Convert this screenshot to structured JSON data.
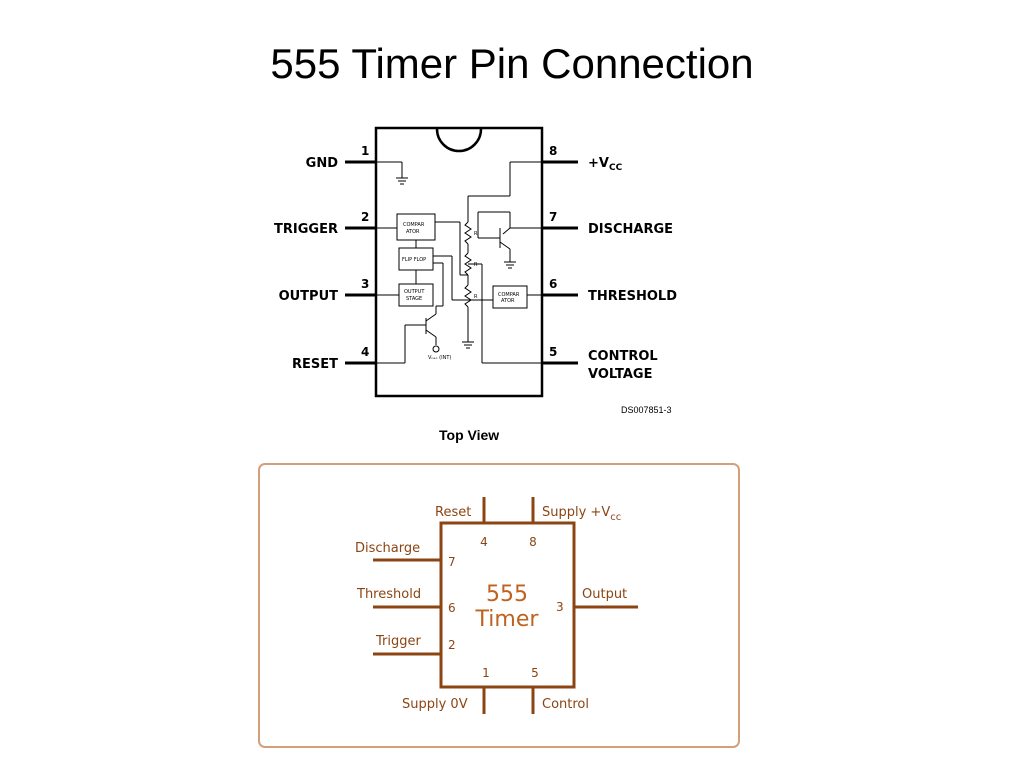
{
  "title": "555 Timer Pin Connection",
  "ic_pinout": {
    "pins": [
      {
        "num": "1",
        "label": "GND"
      },
      {
        "num": "2",
        "label": "TRIGGER"
      },
      {
        "num": "3",
        "label": "OUTPUT"
      },
      {
        "num": "4",
        "label": "RESET"
      },
      {
        "num": "5",
        "label_line1": "CONTROL",
        "label_line2": "VOLTAGE"
      },
      {
        "num": "6",
        "label": "THRESHOLD"
      },
      {
        "num": "7",
        "label": "DISCHARGE"
      },
      {
        "num": "8",
        "label": "+V",
        "label_sub": "CC"
      }
    ],
    "blocks": {
      "comparator_top_line1": "COMPAR",
      "comparator_top_line2": "ATOR",
      "flipflop": "FLIP FLOP",
      "output_stage_line1": "OUTPUT",
      "output_stage_line2": "STAGE",
      "comparator_right_line1": "COMPAR",
      "comparator_right_line2": "ATOR",
      "resistor_label": "R",
      "vref_label": "Vₙₑₒ (INT)"
    },
    "doc_code": "DS007851-3",
    "view_label": "Top View"
  },
  "simple_pinout": {
    "chip_name_line1": "555",
    "chip_name_line2": "Timer",
    "pins": [
      {
        "num": "4",
        "label": "Reset"
      },
      {
        "num": "8",
        "label": "Supply +V",
        "label_sub": "cc"
      },
      {
        "num": "7",
        "label": "Discharge"
      },
      {
        "num": "6",
        "label": "Threshold"
      },
      {
        "num": "2",
        "label": "Trigger"
      },
      {
        "num": "3",
        "label": "Output"
      },
      {
        "num": "1",
        "label": "Supply 0V"
      },
      {
        "num": "5",
        "label": "Control"
      }
    ],
    "colors": {
      "frame": "#d4a07a",
      "chip": "#8b4513",
      "chip_text": "#c0621f"
    }
  }
}
